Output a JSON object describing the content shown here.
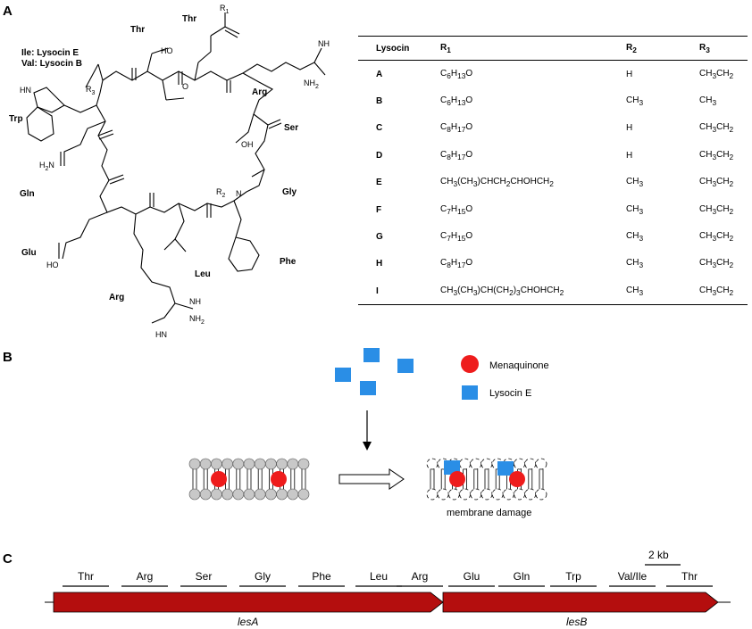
{
  "panels": {
    "a": "A",
    "b": "B",
    "c": "C"
  },
  "structure": {
    "annotations": {
      "ile_lysocin": "Ile: Lysocin E",
      "val_lysocin": "Val: Lysocin B",
      "r1": "R",
      "r1_sub": "1",
      "r2": "R",
      "r2_sub": "2",
      "r3": "R",
      "r3_sub": "3"
    },
    "residues": {
      "thr1": "Thr",
      "thr2": "Thr",
      "arg1": "Arg",
      "ser": "Ser",
      "gly": "Gly",
      "phe": "Phe",
      "leu": "Leu",
      "arg2": "Arg",
      "glu": "Glu",
      "gln": "Gln",
      "trp": "Trp"
    },
    "groups": {
      "nh": "NH",
      "nh2": "NH",
      "nh2_sub": "2",
      "hn": "HN",
      "ho": "HO",
      "oh": "OH",
      "o": "O",
      "n": "N",
      "h2n": "H",
      "h2n_sub": "2",
      "h2n_n": "N"
    }
  },
  "table": {
    "headers": {
      "lysocin": "Lysocin",
      "r1": "R",
      "r1_sub": "1",
      "r2": "R",
      "r2_sub": "2",
      "r3": "R",
      "r3_sub": "3"
    },
    "rows": [
      {
        "name": "A",
        "r1": "C6H13O",
        "r2": "H",
        "r3": "CH3CH2"
      },
      {
        "name": "B",
        "r1": "C6H13O",
        "r2": "CH3",
        "r3": "CH3"
      },
      {
        "name": "C",
        "r1": "C8H17O",
        "r2": "H",
        "r3": "CH3CH2"
      },
      {
        "name": "D",
        "r1": "C8H17O",
        "r2": "H",
        "r3": "CH3CH2"
      },
      {
        "name": "E",
        "r1": "CH3(CH3)CHCH2CHOHCH2",
        "r2": "CH3",
        "r3": "CH3CH2"
      },
      {
        "name": "F",
        "r1": "C7H15O",
        "r2": "CH3",
        "r3": "CH3CH2"
      },
      {
        "name": "G",
        "r1": "C7H15O",
        "r2": "CH3",
        "r3": "CH3CH2"
      },
      {
        "name": "H",
        "r1": "C8H17O",
        "r2": "CH3",
        "r3": "CH3CH2"
      },
      {
        "name": "I",
        "r1": "CH3(CH3)CH(CH2)3CHOHCH2",
        "r2": "CH3",
        "r3": "CH3CH2"
      }
    ]
  },
  "mechanism": {
    "legend_menaquinone": "Menaquinone",
    "legend_lysocin": "Lysocin E",
    "caption": "membrane damage",
    "colors": {
      "menaquinone": "#ee1c1c",
      "lysocin": "#2a8ee6",
      "lipid_head": "#c8c8c8"
    }
  },
  "gene_cluster": {
    "scale_label": "2 kb",
    "domains": [
      "Thr",
      "Arg",
      "Ser",
      "Gly",
      "Phe",
      "Leu",
      "Arg",
      "Glu",
      "Gln",
      "Trp",
      "Val/Ile",
      "Thr"
    ],
    "genes": [
      "lesA",
      "lesB"
    ],
    "color": "#b40e0e"
  }
}
